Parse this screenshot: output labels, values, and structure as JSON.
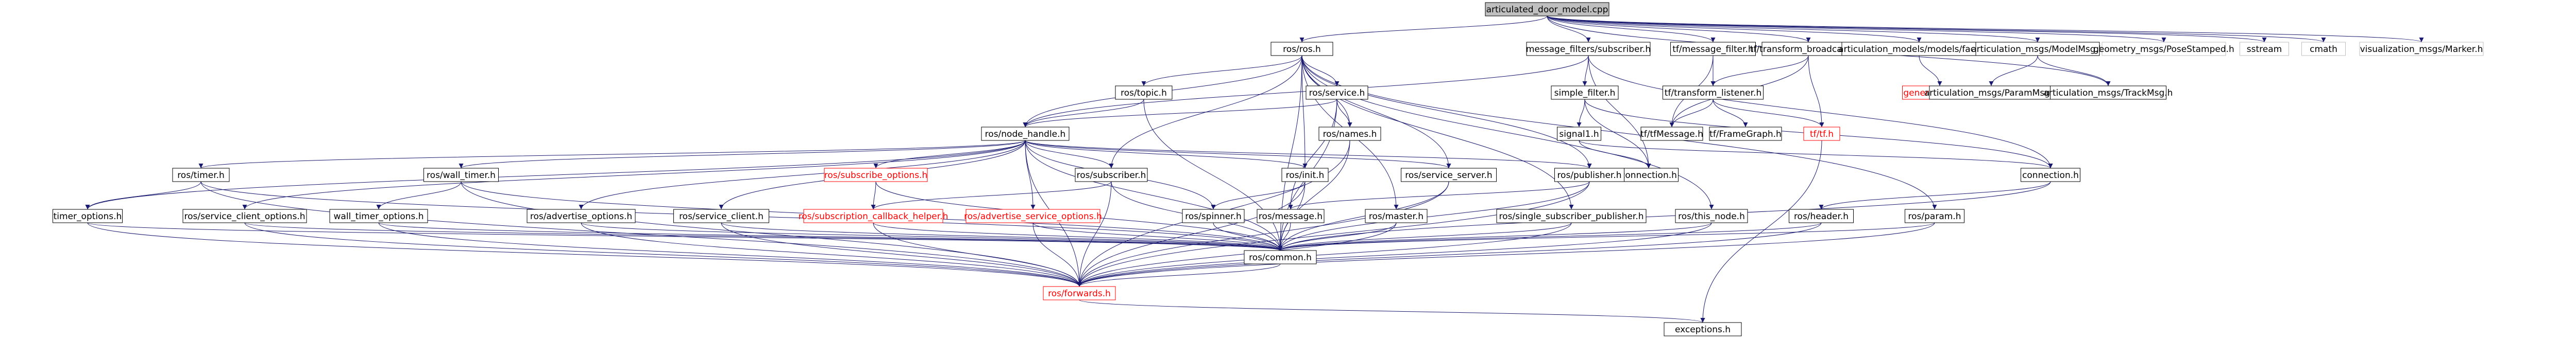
{
  "colors": {
    "edge": "#191970",
    "node_border": "#000000",
    "node_border_missing": "#ff0000",
    "root_fill": "#bfbfbf",
    "node_fill": "#ffffff",
    "text": "#000000",
    "text_missing": "#ff0000",
    "external_border": "#bfbfbf"
  },
  "graph": {
    "nodes": [
      {
        "id": "root",
        "label": "articulated_door_model.cpp",
        "kind": "root"
      },
      {
        "id": "ros_ros",
        "label": "ros/ros.h",
        "kind": "normal"
      },
      {
        "id": "mf_sub",
        "label": "message_filters/subscriber.h",
        "kind": "normal"
      },
      {
        "id": "tf_mf",
        "label": "tf/message_filter.h",
        "kind": "normal"
      },
      {
        "id": "tf_tb",
        "label": "tf/transform_broadcaster.h",
        "kind": "normal"
      },
      {
        "id": "am_factory",
        "label": "articulation_models/models/factory.h",
        "kind": "normal"
      },
      {
        "id": "am_model",
        "label": "articulation_msgs/ModelMsg.h",
        "kind": "normal"
      },
      {
        "id": "geo_pose",
        "label": "geometry_msgs/PoseStamped.h",
        "kind": "external"
      },
      {
        "id": "sstream",
        "label": "sstream",
        "kind": "external"
      },
      {
        "id": "cmath",
        "label": "cmath",
        "kind": "external"
      },
      {
        "id": "vis_marker",
        "label": "visualization_msgs/Marker.h",
        "kind": "external"
      },
      {
        "id": "ros_topic",
        "label": "ros/topic.h",
        "kind": "normal"
      },
      {
        "id": "ros_service",
        "label": "ros/service.h",
        "kind": "normal"
      },
      {
        "id": "simple_filter",
        "label": "simple_filter.h",
        "kind": "normal"
      },
      {
        "id": "tf_tl",
        "label": "tf/transform_listener.h",
        "kind": "normal"
      },
      {
        "id": "generic_model",
        "label": "generic_model.h",
        "kind": "missing"
      },
      {
        "id": "am_param",
        "label": "articulation_msgs/ParamMsg.h",
        "kind": "normal"
      },
      {
        "id": "am_track",
        "label": "articulation_msgs/TrackMsg.h",
        "kind": "normal"
      },
      {
        "id": "ros_nh",
        "label": "ros/node_handle.h",
        "kind": "normal"
      },
      {
        "id": "ros_names",
        "label": "ros/names.h",
        "kind": "normal"
      },
      {
        "id": "signal1",
        "label": "signal1.h",
        "kind": "normal"
      },
      {
        "id": "tfMessage",
        "label": "tf/tfMessage.h",
        "kind": "normal"
      },
      {
        "id": "tfFrameGraph",
        "label": "tf/FrameGraph.h",
        "kind": "normal"
      },
      {
        "id": "tf_tf",
        "label": "tf/tf.h",
        "kind": "missing"
      },
      {
        "id": "connection_mf",
        "label": "connection.h",
        "kind": "normal"
      },
      {
        "id": "ros_timer",
        "label": "ros/timer.h",
        "kind": "normal"
      },
      {
        "id": "ros_wall_timer",
        "label": "ros/wall_timer.h",
        "kind": "normal"
      },
      {
        "id": "ros_sub_opts",
        "label": "ros/subscribe_options.h",
        "kind": "missing"
      },
      {
        "id": "ros_subscriber",
        "label": "ros/subscriber.h",
        "kind": "normal"
      },
      {
        "id": "ros_init",
        "label": "ros/init.h",
        "kind": "normal"
      },
      {
        "id": "ros_service_server",
        "label": "ros/service_server.h",
        "kind": "normal"
      },
      {
        "id": "ros_publisher",
        "label": "ros/publisher.h",
        "kind": "normal"
      },
      {
        "id": "connection",
        "label": "connection.h",
        "kind": "normal"
      },
      {
        "id": "timer_options",
        "label": "timer_options.h",
        "kind": "normal"
      },
      {
        "id": "ros_scl_opts",
        "label": "ros/service_client_options.h",
        "kind": "normal"
      },
      {
        "id": "wall_timer_opts",
        "label": "wall_timer_options.h",
        "kind": "normal"
      },
      {
        "id": "ros_adv_opts",
        "label": "ros/advertise_options.h",
        "kind": "normal"
      },
      {
        "id": "ros_service_client",
        "label": "ros/service_client.h",
        "kind": "normal"
      },
      {
        "id": "ros_sub_cb",
        "label": "ros/subscription_callback_helper.h",
        "kind": "missing"
      },
      {
        "id": "ros_adv_svc_opts",
        "label": "ros/advertise_service_options.h",
        "kind": "missing"
      },
      {
        "id": "ros_spinner",
        "label": "ros/spinner.h",
        "kind": "normal"
      },
      {
        "id": "ros_message",
        "label": "ros/message.h",
        "kind": "normal"
      },
      {
        "id": "ros_master",
        "label": "ros/master.h",
        "kind": "normal"
      },
      {
        "id": "ros_ssp",
        "label": "ros/single_subscriber_publisher.h",
        "kind": "normal"
      },
      {
        "id": "ros_this_node",
        "label": "ros/this_node.h",
        "kind": "normal"
      },
      {
        "id": "ros_header",
        "label": "ros/header.h",
        "kind": "normal"
      },
      {
        "id": "ros_param",
        "label": "ros/param.h",
        "kind": "normal"
      },
      {
        "id": "ros_common",
        "label": "ros/common.h",
        "kind": "normal"
      },
      {
        "id": "ros_forwards",
        "label": "ros/forwards.h",
        "kind": "missing"
      },
      {
        "id": "exceptions",
        "label": "exceptions.h",
        "kind": "normal"
      }
    ],
    "edges": [
      [
        "root",
        "ros_ros"
      ],
      [
        "root",
        "mf_sub"
      ],
      [
        "root",
        "tf_mf"
      ],
      [
        "root",
        "tf_tb"
      ],
      [
        "root",
        "am_factory"
      ],
      [
        "root",
        "am_model"
      ],
      [
        "root",
        "geo_pose"
      ],
      [
        "root",
        "sstream"
      ],
      [
        "root",
        "cmath"
      ],
      [
        "root",
        "vis_marker"
      ],
      [
        "ros_ros",
        "ros_topic"
      ],
      [
        "ros_ros",
        "ros_service"
      ],
      [
        "ros_ros",
        "ros_nh"
      ],
      [
        "ros_ros",
        "ros_names"
      ],
      [
        "ros_ros",
        "ros_subscriber"
      ],
      [
        "ros_ros",
        "ros_init"
      ],
      [
        "ros_ros",
        "ros_service_server"
      ],
      [
        "ros_ros",
        "ros_publisher"
      ],
      [
        "ros_ros",
        "ros_master"
      ],
      [
        "ros_ros",
        "ros_ssp"
      ],
      [
        "ros_ros",
        "ros_this_node"
      ],
      [
        "ros_ros",
        "ros_param"
      ],
      [
        "ros_ros",
        "ros_common"
      ],
      [
        "ros_topic",
        "ros_nh"
      ],
      [
        "ros_topic",
        "ros_common"
      ],
      [
        "ros_service",
        "ros_nh"
      ],
      [
        "ros_service",
        "ros_names"
      ],
      [
        "ros_service",
        "ros_common"
      ],
      [
        "ros_service",
        "ros_message"
      ],
      [
        "mf_sub",
        "ros_nh"
      ],
      [
        "mf_sub",
        "simple_filter"
      ],
      [
        "mf_sub",
        "connection_mf"
      ],
      [
        "mf_sub",
        "connection"
      ],
      [
        "simple_filter",
        "signal1"
      ],
      [
        "simple_filter",
        "connection_mf"
      ],
      [
        "simple_filter",
        "connection"
      ],
      [
        "signal1",
        "connection_mf"
      ],
      [
        "signal1",
        "connection"
      ],
      [
        "tf_mf",
        "tf_tl"
      ],
      [
        "tf_mf",
        "tfMessage"
      ],
      [
        "tf_tb",
        "tf_tl"
      ],
      [
        "tf_tb",
        "tfMessage"
      ],
      [
        "tf_tb",
        "tf_tf"
      ],
      [
        "tf_tl",
        "tfMessage"
      ],
      [
        "tf_tl",
        "tfFrameGraph"
      ],
      [
        "tf_tl",
        "tf_tf"
      ],
      [
        "tf_tf",
        "exceptions"
      ],
      [
        "am_factory",
        "generic_model"
      ],
      [
        "am_model",
        "am_param"
      ],
      [
        "am_model",
        "am_track"
      ],
      [
        "root",
        "am_track"
      ],
      [
        "ros_nh",
        "ros_timer"
      ],
      [
        "ros_nh",
        "ros_wall_timer"
      ],
      [
        "ros_nh",
        "ros_sub_opts"
      ],
      [
        "ros_nh",
        "ros_subscriber"
      ],
      [
        "ros_nh",
        "ros_init"
      ],
      [
        "ros_nh",
        "ros_service_server"
      ],
      [
        "ros_nh",
        "ros_publisher"
      ],
      [
        "ros_nh",
        "timer_options"
      ],
      [
        "ros_nh",
        "ros_scl_opts"
      ],
      [
        "ros_nh",
        "ros_adv_opts"
      ],
      [
        "ros_nh",
        "ros_service_client"
      ],
      [
        "ros_nh",
        "ros_adv_svc_opts"
      ],
      [
        "ros_nh",
        "ros_spinner"
      ],
      [
        "ros_nh",
        "ros_forwards"
      ],
      [
        "ros_nh",
        "ros_common"
      ],
      [
        "ros_names",
        "ros_common"
      ],
      [
        "ros_names",
        "ros_forwards"
      ],
      [
        "ros_timer",
        "timer_options"
      ],
      [
        "ros_timer",
        "ros_forwards"
      ],
      [
        "ros_timer",
        "ros_common"
      ],
      [
        "ros_wall_timer",
        "wall_timer_opts"
      ],
      [
        "ros_wall_timer",
        "ros_forwards"
      ],
      [
        "ros_wall_timer",
        "ros_common"
      ],
      [
        "ros_sub_opts",
        "ros_sub_cb"
      ],
      [
        "ros_sub_opts",
        "ros_common"
      ],
      [
        "ros_subscriber",
        "ros_sub_cb"
      ],
      [
        "ros_subscriber",
        "ros_common"
      ],
      [
        "ros_subscriber",
        "ros_forwards"
      ],
      [
        "ros_init",
        "ros_spinner"
      ],
      [
        "ros_init",
        "ros_forwards"
      ],
      [
        "ros_init",
        "ros_common"
      ],
      [
        "ros_service_server",
        "ros_forwards"
      ],
      [
        "ros_service_server",
        "ros_common"
      ],
      [
        "ros_publisher",
        "ros_message"
      ],
      [
        "ros_publisher",
        "ros_forwards"
      ],
      [
        "ros_publisher",
        "ros_common"
      ],
      [
        "ros_adv_svc_opts",
        "ros_forwards"
      ],
      [
        "ros_adv_svc_opts",
        "ros_common"
      ],
      [
        "ros_master",
        "ros_forwards"
      ],
      [
        "ros_master",
        "ros_common"
      ],
      [
        "ros_ssp",
        "ros_forwards"
      ],
      [
        "ros_ssp",
        "ros_common"
      ],
      [
        "ros_this_node",
        "ros_forwards"
      ],
      [
        "ros_this_node",
        "ros_common"
      ],
      [
        "connection",
        "ros_header"
      ],
      [
        "connection",
        "ros_common"
      ],
      [
        "ros_header",
        "ros_forwards"
      ],
      [
        "ros_header",
        "ros_common"
      ],
      [
        "ros_param",
        "ros_forwards"
      ],
      [
        "ros_param",
        "ros_common"
      ],
      [
        "timer_options",
        "ros_forwards"
      ],
      [
        "timer_options",
        "ros_common"
      ],
      [
        "ros_scl_opts",
        "ros_forwards"
      ],
      [
        "ros_scl_opts",
        "ros_common"
      ],
      [
        "wall_timer_opts",
        "ros_forwards"
      ],
      [
        "wall_timer_opts",
        "ros_common"
      ],
      [
        "ros_adv_opts",
        "ros_forwards"
      ],
      [
        "ros_adv_opts",
        "ros_common"
      ],
      [
        "ros_service_client",
        "ros_forwards"
      ],
      [
        "ros_service_client",
        "ros_common"
      ],
      [
        "ros_sub_cb",
        "ros_forwards"
      ],
      [
        "ros_sub_cb",
        "ros_common"
      ],
      [
        "ros_spinner",
        "ros_common"
      ],
      [
        "ros_message",
        "ros_common"
      ],
      [
        "ros_common",
        "ros_forwards"
      ],
      [
        "ros_forwards",
        "exceptions"
      ]
    ]
  }
}
